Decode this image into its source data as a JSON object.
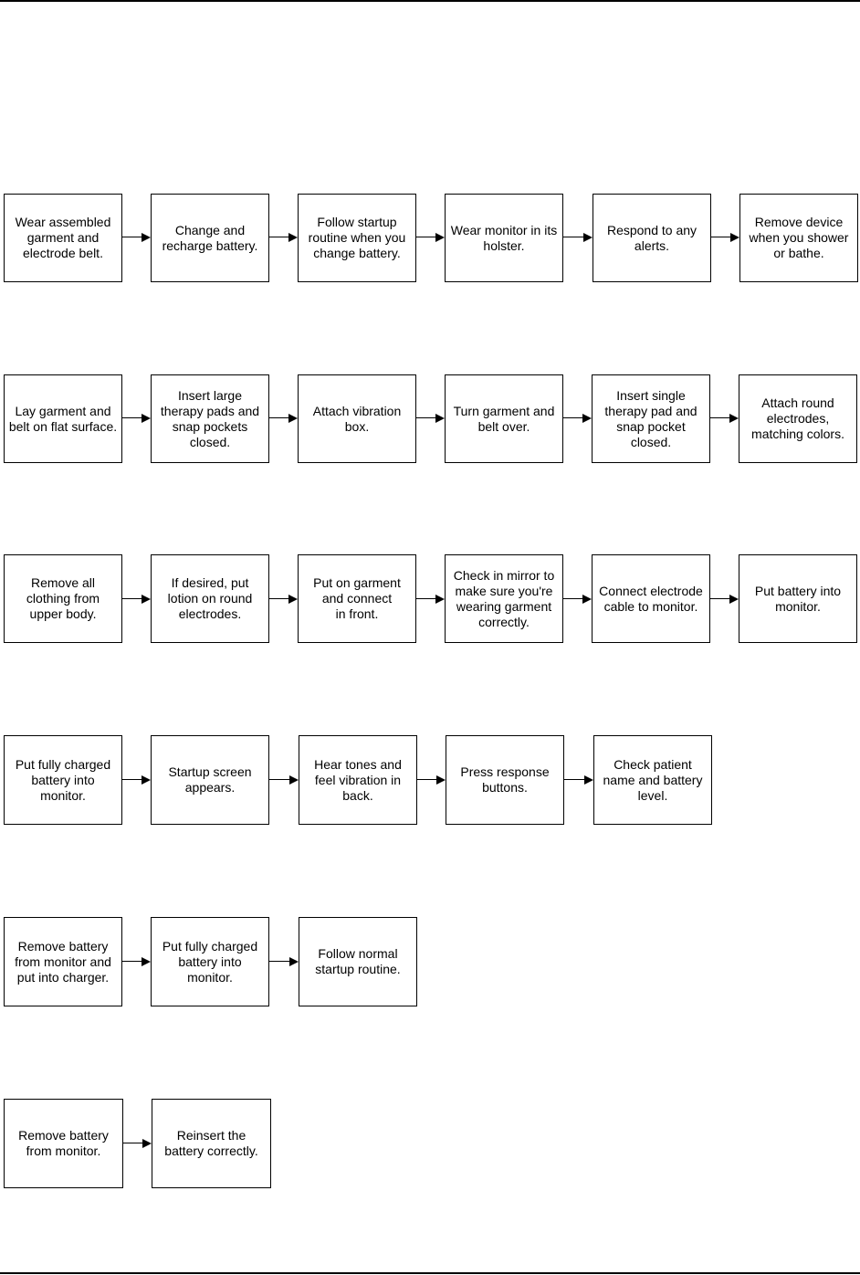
{
  "flows": [
    {
      "steps": [
        "Wear assembled\ngarment and\nelectrode belt.",
        "Change and\nrecharge battery.",
        "Follow startup\nroutine when you\nchange battery.",
        "Wear monitor in its\nholster.",
        "Respond to any\nalerts.",
        "Remove device\nwhen you shower\nor bathe."
      ]
    },
    {
      "steps": [
        "Lay garment and\nbelt on flat surface.",
        "Insert large\ntherapy pads and\nsnap pockets\nclosed.",
        "Attach vibration\nbox.",
        "Turn garment and\nbelt over.",
        "Insert single\ntherapy pad and\nsnap pocket\nclosed.",
        "Attach round\nelectrodes,\nmatching colors."
      ]
    },
    {
      "steps": [
        "Remove all\nclothing from\nupper body.",
        "If desired, put\nlotion on round\nelectrodes.",
        "Put on garment\nand connect\nin front.",
        "Check in mirror to\nmake sure you're\nwearing garment\ncorrectly.",
        "Connect electrode\ncable to monitor.",
        "Put battery into\nmonitor."
      ]
    },
    {
      "steps": [
        "Put fully charged\nbattery into\nmonitor.",
        "Startup screen\nappears.",
        "Hear tones and\nfeel vibration in\nback.",
        "Press response\nbuttons.",
        "Check patient\nname and battery\nlevel."
      ]
    },
    {
      "steps": [
        "Remove battery\nfrom monitor and\nput into charger.",
        "Put fully charged\nbattery into\nmonitor.",
        "Follow normal\nstartup routine."
      ]
    },
    {
      "steps": [
        "Remove battery\nfrom monitor.",
        "Reinsert the\nbattery correctly."
      ]
    }
  ]
}
